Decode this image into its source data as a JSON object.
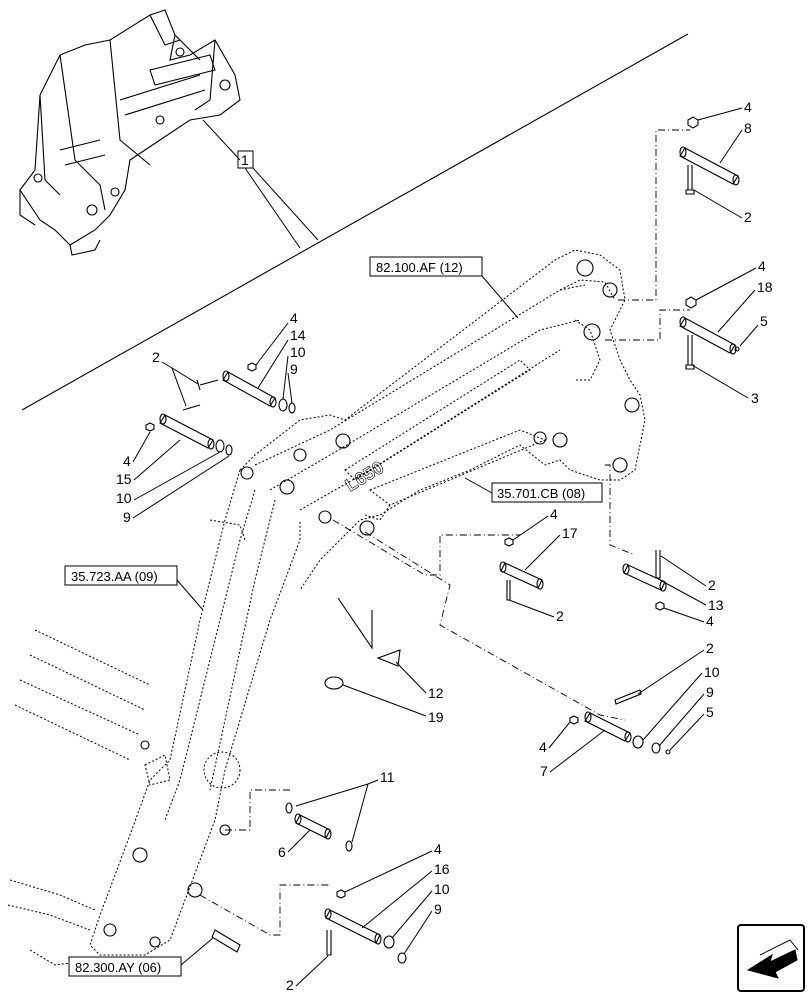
{
  "callouts": {
    "c1": "1",
    "ref_82100": "82.100.AF (12)",
    "ref_35701": "35.701.CB (08)",
    "ref_35723": "35.723.AA (09)",
    "ref_82300": "82.300.AY (06)"
  },
  "frame_logo_text": "L650",
  "labels": {
    "tr_4": "4",
    "tr_8": "8",
    "tr_2": "2",
    "r_4": "4",
    "r_18": "18",
    "r_5": "5",
    "r_3": "3",
    "l_4a": "4",
    "l_14": "14",
    "l_2": "2",
    "l_10a": "10",
    "l_9a": "9",
    "l_4b": "4",
    "l_15": "15",
    "l_10b": "10",
    "l_9b": "9",
    "m_4": "4",
    "m_17": "17",
    "m_2": "2",
    "mr_2": "2",
    "mr_13": "13",
    "mr_4": "4",
    "c_12": "12",
    "c_19": "19",
    "br_2": "2",
    "br_10": "10",
    "br_9": "9",
    "br_5": "5",
    "br_4": "4",
    "br_7": "7",
    "b_11": "11",
    "b_6": "6",
    "bb_4": "4",
    "bb_16": "16",
    "bb_10": "10",
    "bb_9": "9",
    "bb_2": "2"
  },
  "icons": {
    "nav": "arrow-left-icon"
  }
}
